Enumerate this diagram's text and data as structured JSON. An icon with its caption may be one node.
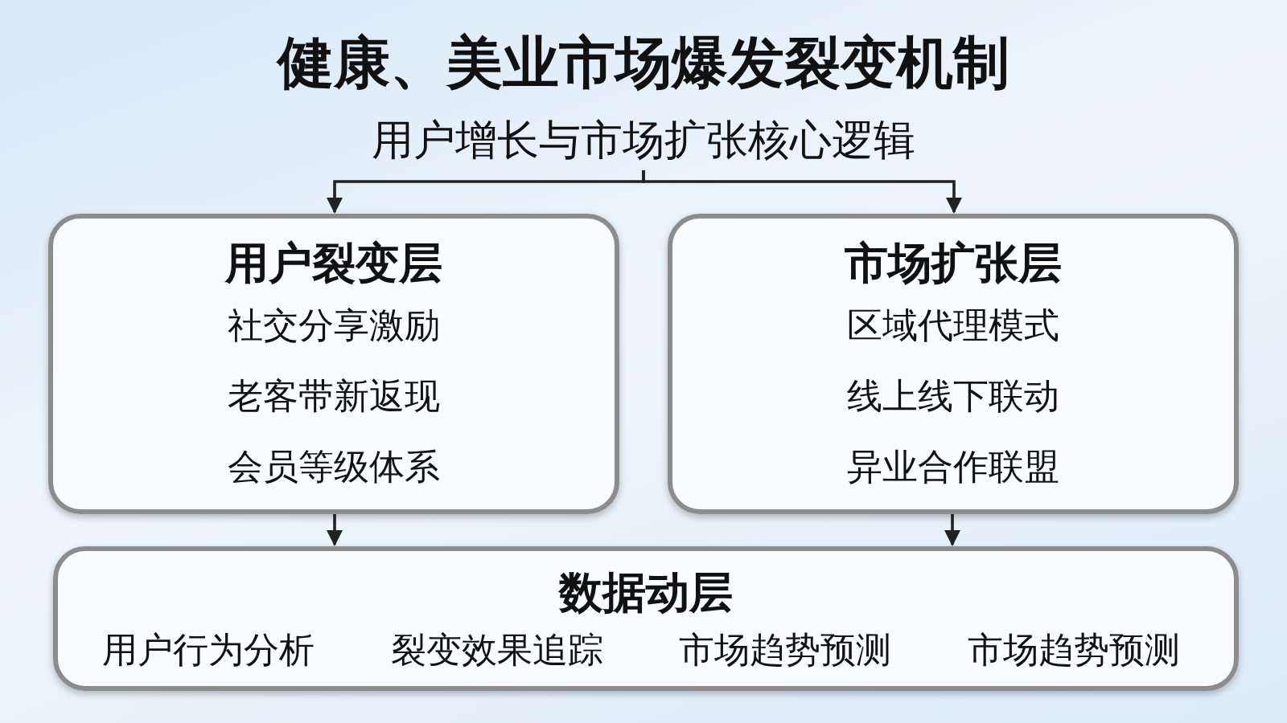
{
  "diagram": {
    "title": "健康、美业市场爆发裂变机制",
    "nodes": [
      {
        "text": [
          "用户增长与市场扩张核心逻辑"
        ]
      },
      {
        "text": [
          "用户裂变层",
          "社交分享激励",
          "老客带新返现",
          "会员等级体系"
        ]
      },
      {
        "text": [
          "市场扩张层",
          "区域代理模式",
          "线上线下联动",
          "异业合作联盟"
        ]
      },
      {
        "text": [
          "数据动层",
          "用户行为分析",
          "裂变效果追踪",
          "市场趋势预测",
          "市场趋势预测"
        ]
      }
    ],
    "edges": [
      {
        "from": 0,
        "to": 1,
        "arrow": "to"
      },
      {
        "from": 0,
        "to": 2,
        "arrow": "to"
      },
      {
        "from": 1,
        "to": 3,
        "arrow": "to"
      },
      {
        "from": 2,
        "to": 3,
        "arrow": "to"
      }
    ]
  }
}
